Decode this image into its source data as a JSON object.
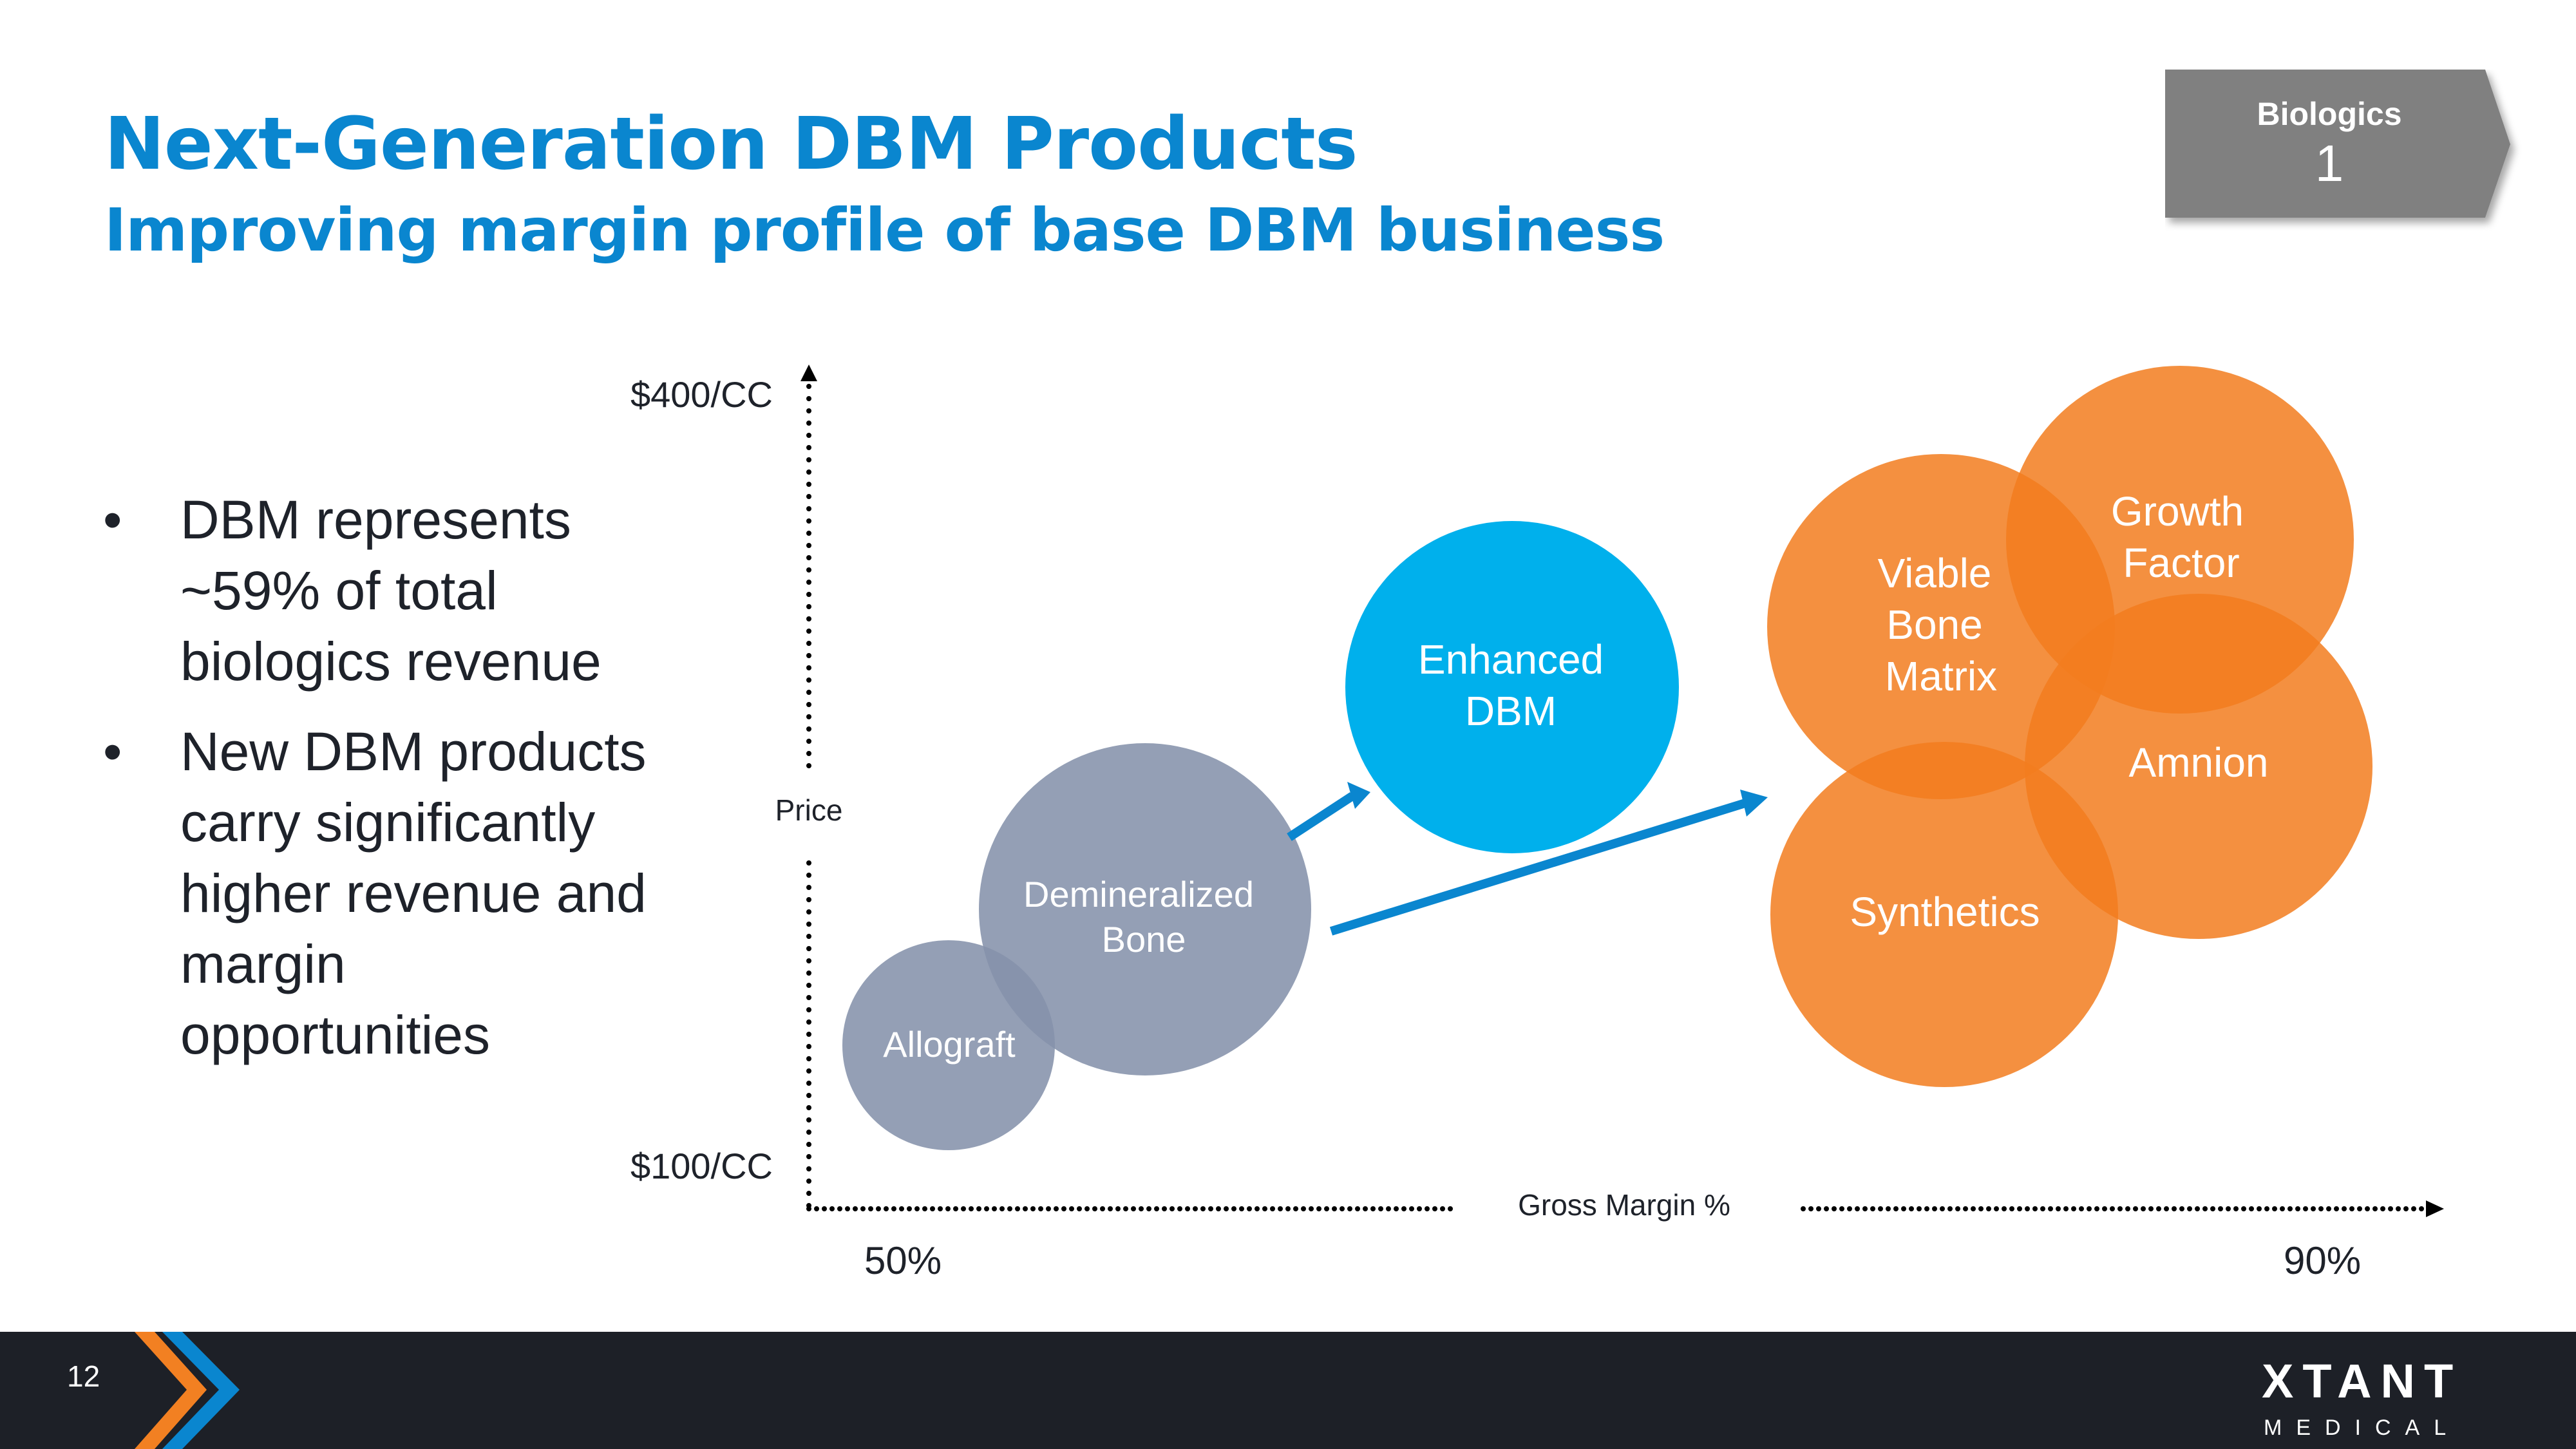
{
  "header": {
    "title": "Next-Generation DBM Products",
    "subtitle": "Improving margin profile of base DBM business"
  },
  "badge": {
    "category": "Biologics",
    "number": "1",
    "color": "#808080"
  },
  "bullets": [
    {
      "marker": "•",
      "lines": [
        "DBM represents",
        "~59% of total",
        "biologics revenue"
      ]
    },
    {
      "marker": "•",
      "lines": [
        "New DBM products",
        "carry significantly",
        "higher revenue and",
        "margin",
        "opportunities"
      ]
    }
  ],
  "diagram": {
    "y_axis": {
      "label": "Price",
      "top_label": "$400/CC",
      "bottom_label": "$100/CC"
    },
    "x_axis": {
      "label": "Gross Margin %",
      "left_label": "50%",
      "right_label": "90%"
    },
    "bubbles": [
      {
        "name": "Allograft",
        "lines": [
          "Allograft"
        ],
        "color": "#8a96ad"
      },
      {
        "name": "Demineralized Bone",
        "lines": [
          "Demineralized",
          "Bone"
        ],
        "color": "#8a96ad"
      },
      {
        "name": "Enhanced DBM",
        "lines": [
          "Enhanced",
          "DBM"
        ],
        "color": "#00b0ec"
      },
      {
        "name": "Viable Bone Matrix",
        "lines": [
          "Viable",
          "Bone",
          "Matrix"
        ],
        "color": "#f28333"
      },
      {
        "name": "Growth Factor",
        "lines": [
          "Growth",
          "Factor"
        ],
        "color": "#f28333"
      },
      {
        "name": "Amnion",
        "lines": [
          "Amnion"
        ],
        "color": "#f28333"
      },
      {
        "name": "Synthetics",
        "lines": [
          "Synthetics"
        ],
        "color": "#f28333"
      }
    ],
    "arrows": [
      {
        "from": "Demineralized Bone",
        "to": "Enhanced DBM",
        "color": "#0a86cf"
      },
      {
        "from": "Demineralized Bone",
        "to": "Orange product group",
        "color": "#0a86cf"
      }
    ]
  },
  "footer": {
    "page_number": "12",
    "logo_main": "XTANT",
    "logo_sub": "MEDICAL",
    "accent_orange": "#f28022",
    "accent_blue": "#0a86cf"
  }
}
